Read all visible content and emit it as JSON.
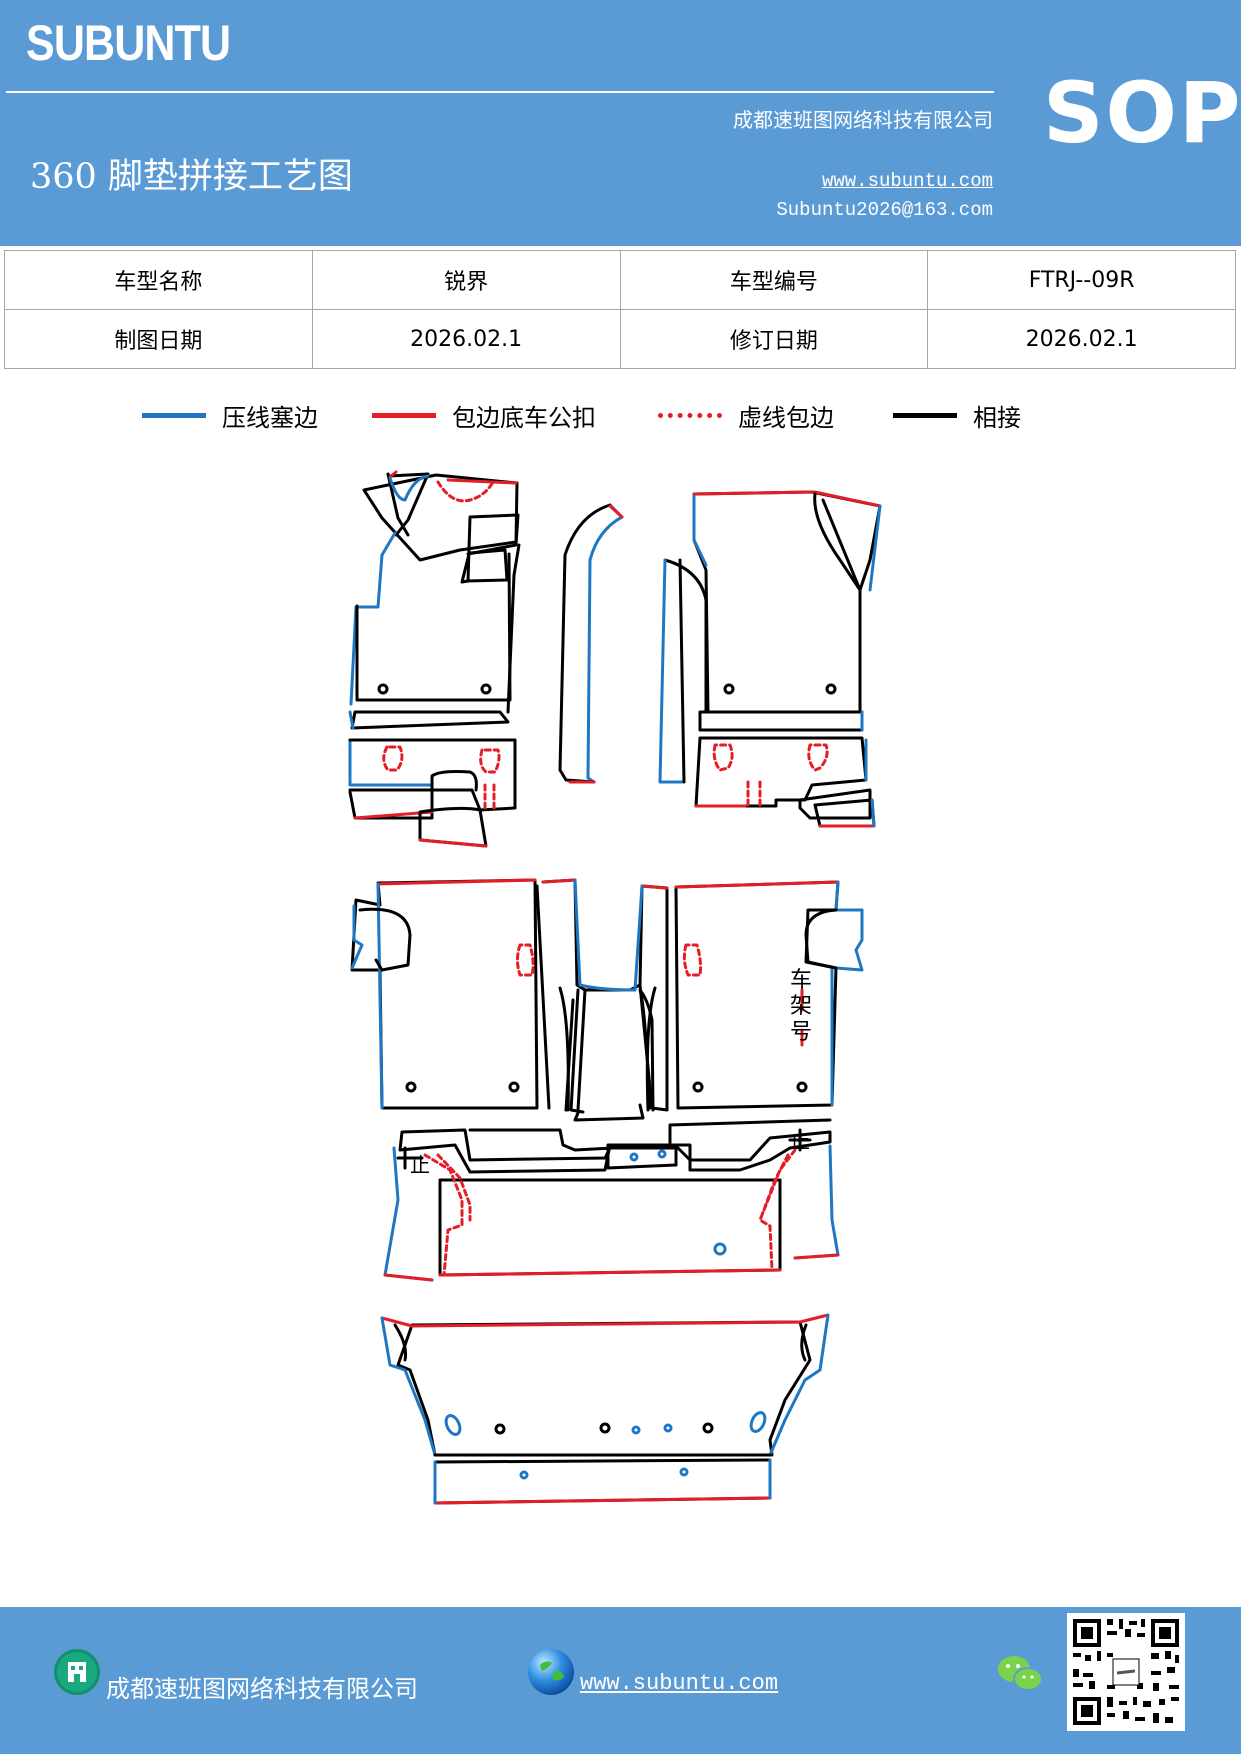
{
  "header": {
    "brand": "SUBUNTU",
    "company": "成都速班图网络科技有限公司",
    "title": "360 脚垫拼接工艺图",
    "website": "www.subuntu.com",
    "email": "Subuntu2026@163.com",
    "badge": "SOP"
  },
  "info_table": {
    "model_name_label": "车型名称",
    "model_name_value": "锐界",
    "model_code_label": "车型编号",
    "model_code_value": "FTRJ--09R",
    "draw_date_label": "制图日期",
    "draw_date_value": "2026.02.1",
    "revise_date_label": "修订日期",
    "revise_date_value": "2026.02.1"
  },
  "legend": [
    {
      "label": "压线塞边",
      "color": "#1f77c4",
      "style": "solid"
    },
    {
      "label": "包边底车公扣",
      "color": "#e41e26",
      "style": "solid"
    },
    {
      "label": "虚线包边",
      "color": "#e41e26",
      "style": "dotted"
    },
    {
      "label": "相接",
      "color": "#000000",
      "style": "solid"
    }
  ],
  "drawing": {
    "frame_number_label": "车架号",
    "stop_marks": [
      "止",
      "止"
    ]
  },
  "colors": {
    "header_bg": "#5b9bd5",
    "blue_edge": "#1f77c4",
    "red_edge": "#e41e26",
    "black_edge": "#000000"
  },
  "icons": [
    "building-icon",
    "globe-icon",
    "wechat-icon",
    "qr-code"
  ],
  "footer": {
    "company": "成都速班图网络科技有限公司",
    "website": "www.subuntu.com"
  }
}
